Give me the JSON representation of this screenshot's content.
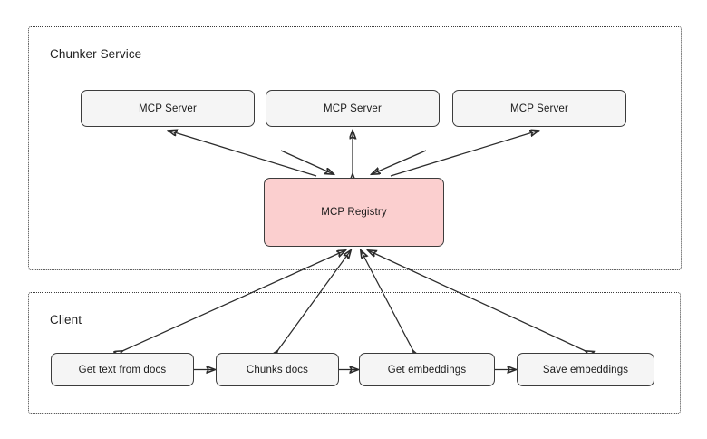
{
  "diagram": {
    "title_groups": [
      {
        "id": "chunker",
        "label": "Chunker Service"
      },
      {
        "id": "client",
        "label": "Client"
      }
    ],
    "nodes": {
      "mcp_server_1": "MCP Server",
      "mcp_server_2": "MCP Server",
      "mcp_server_3": "MCP Server",
      "mcp_registry": "MCP Registry",
      "get_text_from_docs": "Get text from docs",
      "chunks_docs": "Chunks docs",
      "get_embeddings": "Get embeddings",
      "save_embeddings": "Save embeddings"
    },
    "colors": {
      "registry_fill": "#fbcfcf",
      "node_fill": "#f5f5f5",
      "node_stroke": "#3c3c3c",
      "group_stroke": "#3d3d3d",
      "edge_stroke": "#2b2b2b",
      "text": "#1a1a1a",
      "background": "#ffffff"
    },
    "edges": [
      {
        "from": "mcp_registry",
        "to": "mcp_server_1",
        "arrow": "single"
      },
      {
        "from": "mcp_registry",
        "to": "mcp_server_2",
        "arrow": "double"
      },
      {
        "from": "mcp_registry",
        "to": "mcp_server_3",
        "arrow": "single"
      },
      {
        "from": "get_text_from_docs",
        "to": "mcp_registry",
        "arrow": "double"
      },
      {
        "from": "chunks_docs",
        "to": "mcp_registry",
        "arrow": "double"
      },
      {
        "from": "get_embeddings",
        "to": "mcp_registry",
        "arrow": "double"
      },
      {
        "from": "save_embeddings",
        "to": "mcp_registry",
        "arrow": "double"
      },
      {
        "from": "get_text_from_docs",
        "to": "chunks_docs",
        "arrow": "single"
      },
      {
        "from": "chunks_docs",
        "to": "get_embeddings",
        "arrow": "single"
      },
      {
        "from": "get_embeddings",
        "to": "save_embeddings",
        "arrow": "single"
      }
    ]
  }
}
